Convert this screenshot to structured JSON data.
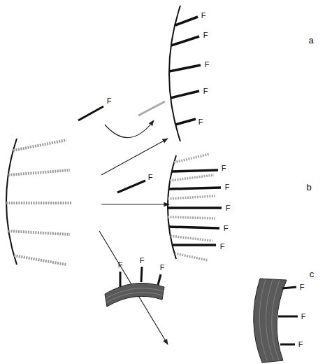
{
  "diagram": {
    "labels": [
      "F",
      "F",
      "F",
      "F",
      "F",
      "F",
      "a",
      "F",
      "F",
      "F",
      "F",
      "F",
      "F",
      "b",
      "F",
      "F",
      "F",
      "F",
      "F",
      "F",
      "c"
    ]
  }
}
